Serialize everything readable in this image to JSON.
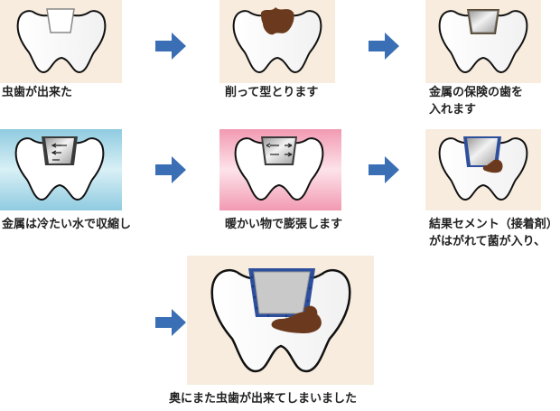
{
  "colors": {
    "beige_bg": "#f7ecdd",
    "cold_bg": "#a8d8e8",
    "warm_bg": "#f4a8bb",
    "arrow_blue": "#3b6fb5",
    "caries_brown": "#6b3a1e",
    "metal_gray": "#c9c9c9",
    "cement_blue": "#4a6bbf"
  },
  "steps": [
    {
      "caption": "虫歯が出来た",
      "icon": "tooth-with-cavity-icon"
    },
    {
      "caption": "削って型とります",
      "icon": "tooth-drilled-icon"
    },
    {
      "caption_lines": [
        "金属の保険の歯を",
        "入れます"
      ],
      "icon": "tooth-metal-inlay-icon"
    },
    {
      "caption": "金属は冷たい水で収縮し",
      "icon": "tooth-cold-contraction-icon"
    },
    {
      "caption": "暖かい物で膨張します",
      "icon": "tooth-warm-expansion-icon"
    },
    {
      "caption_lines": [
        "結果セメント（接着剤）",
        "がはがれて菌が入り、"
      ],
      "icon": "tooth-cement-leak-icon"
    },
    {
      "caption": "奥にまた虫歯が出来てしまいました",
      "icon": "tooth-secondary-caries-icon"
    }
  ],
  "arrows": [
    "right-arrow-icon",
    "right-arrow-icon",
    "right-arrow-icon",
    "right-arrow-icon",
    "right-arrow-icon"
  ]
}
